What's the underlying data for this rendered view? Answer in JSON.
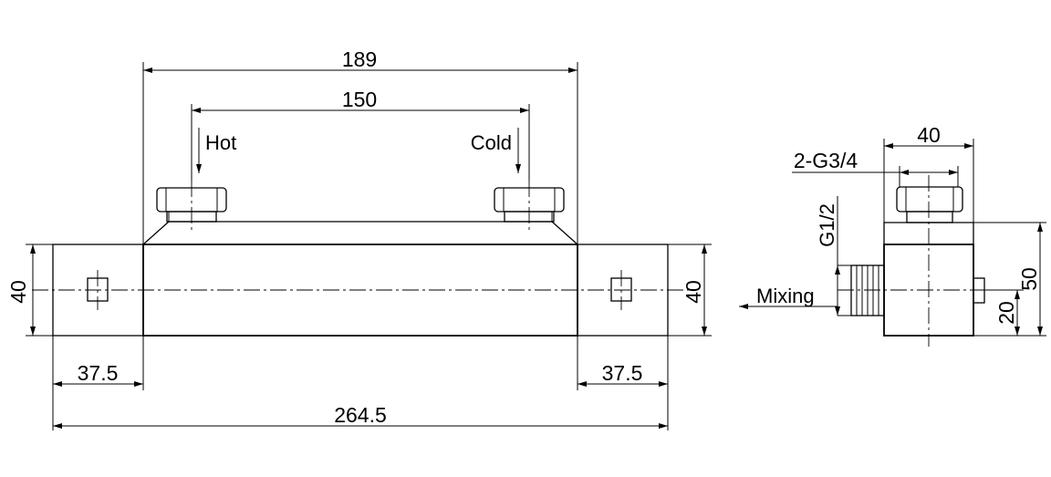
{
  "front_view": {
    "dim_top_outer": "189",
    "dim_top_inner": "150",
    "label_hot": "Hot",
    "label_cold": "Cold",
    "dim_left_height": "40",
    "dim_right_height": "40",
    "dim_left_end": "37.5",
    "dim_right_end": "37.5",
    "dim_total_length": "264.5"
  },
  "side_view": {
    "dim_width": "40",
    "label_inlet_thread": "2-G3/4",
    "label_outlet_thread": "G1/2",
    "label_mixing": "Mixing",
    "dim_height": "50",
    "dim_offset": "20"
  }
}
